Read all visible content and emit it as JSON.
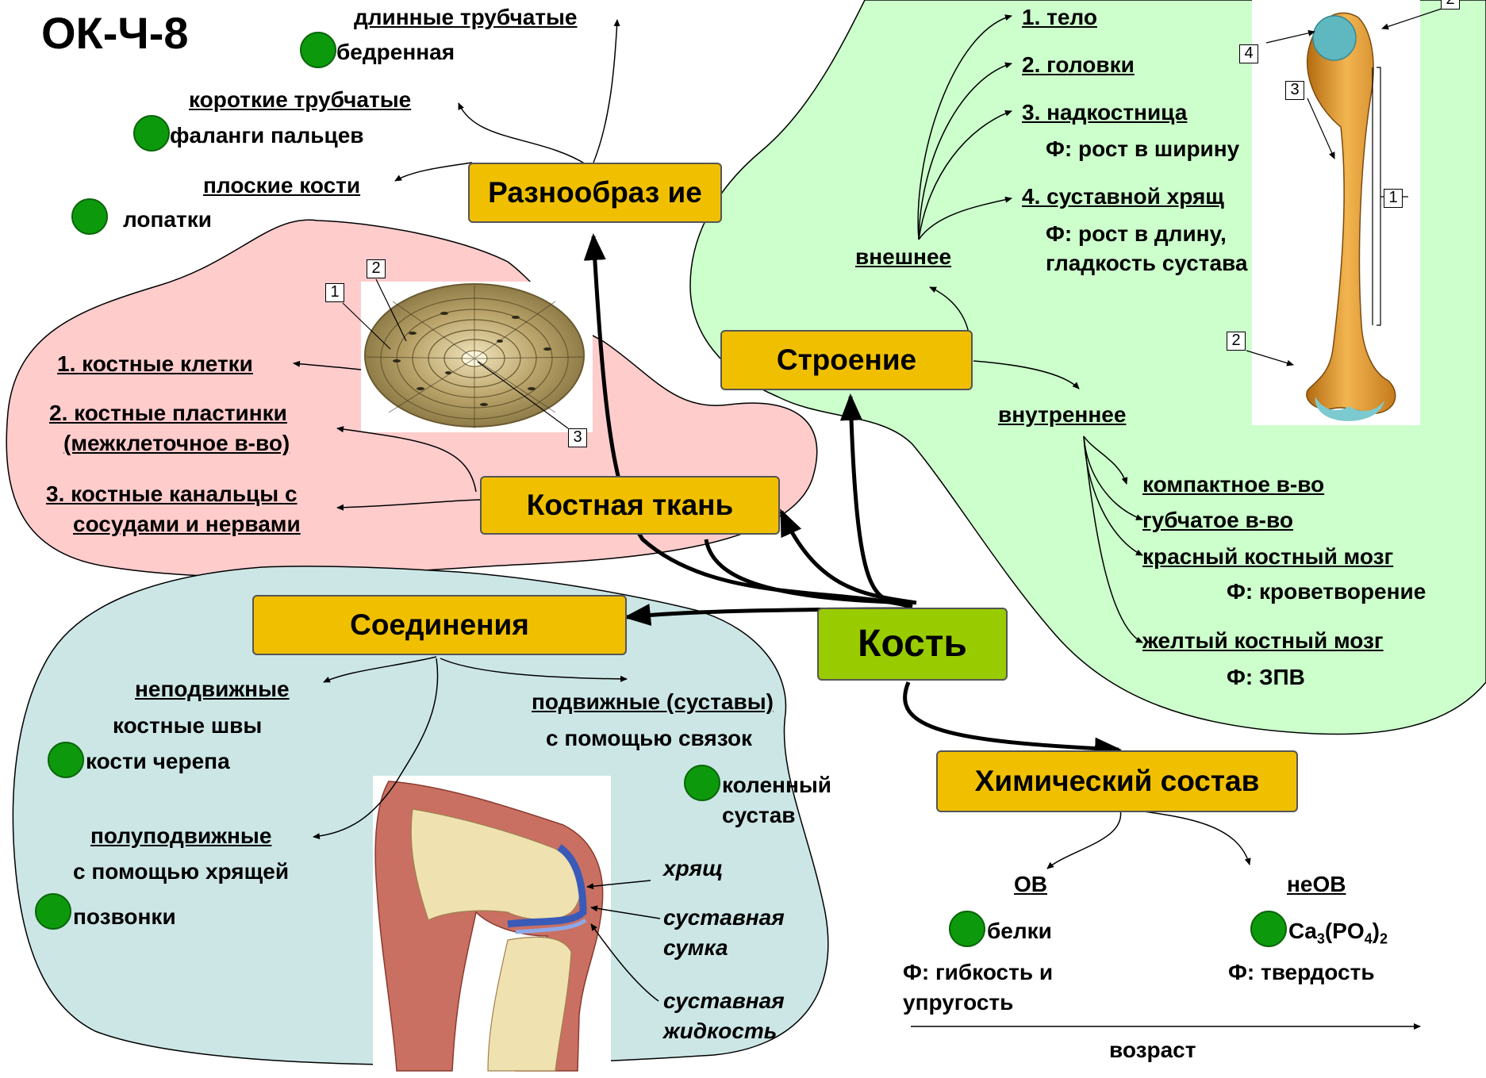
{
  "title": "ОК-Ч-8",
  "center": "Кость",
  "variety": {
    "box": "Разнообраз ие",
    "long": "длинные трубчатые",
    "long_ex": "бедренная",
    "short": "короткие трубчатые",
    "short_ex": "фаланги пальцев",
    "flat": "плоские кости",
    "flat_ex": "лопатки"
  },
  "tissue": {
    "box": "Костная ткань",
    "items": [
      "1. костные клетки",
      "2. костные пластинки",
      "(межклеточное в-во)",
      "3. костные канальцы с",
      "сосудами и нервами"
    ],
    "labels": [
      "1",
      "2",
      "3"
    ]
  },
  "structure": {
    "box": "Строение",
    "external": "внешнее",
    "ext_items": [
      "1. тело",
      "2. головки",
      "3. надкостница",
      "Ф: рост в ширину",
      "4. суставной хрящ",
      "Ф: рост в длину,",
      "гладкость сустава"
    ],
    "internal": "внутреннее",
    "int_items": [
      "компактное в-во",
      "губчатое в-во",
      "красный костный мозг",
      "Ф: кроветворение",
      "желтый костный мозг",
      "Ф: ЗПВ"
    ],
    "bone_labels": [
      "2",
      "4",
      "3",
      "1",
      "2"
    ]
  },
  "joints": {
    "box": "Соединения",
    "fixed": "неподвижные",
    "fixed_desc": "костные швы",
    "fixed_ex": "кости черепа",
    "mobile": "подвижные (суставы)",
    "mobile_desc": "с помощью связок",
    "mobile_ex": [
      "коленный",
      "сустав"
    ],
    "semi": "полуподвижные",
    "semi_desc": "с помощью хрящей",
    "semi_ex": "позвонки",
    "knee_labels": [
      "хрящ",
      "суставная",
      "сумка",
      "суставная",
      "жидкость"
    ]
  },
  "chem": {
    "box": "Химический состав",
    "ov": "ОВ",
    "ov_ex": "белки",
    "ov_f": [
      "Ф: гибкость и",
      "упругость"
    ],
    "neov": "неОВ",
    "neov_ex": "Ca3(PO4)2",
    "neov_f": "Ф: твердость",
    "age": "возраст"
  },
  "colors": {
    "pink": "#ffcccc",
    "green_area": "#ccffcc",
    "blue_area": "#cce6e6",
    "box": "#f0c000",
    "center": "#99cc00",
    "dot": "#0c9a0c"
  }
}
